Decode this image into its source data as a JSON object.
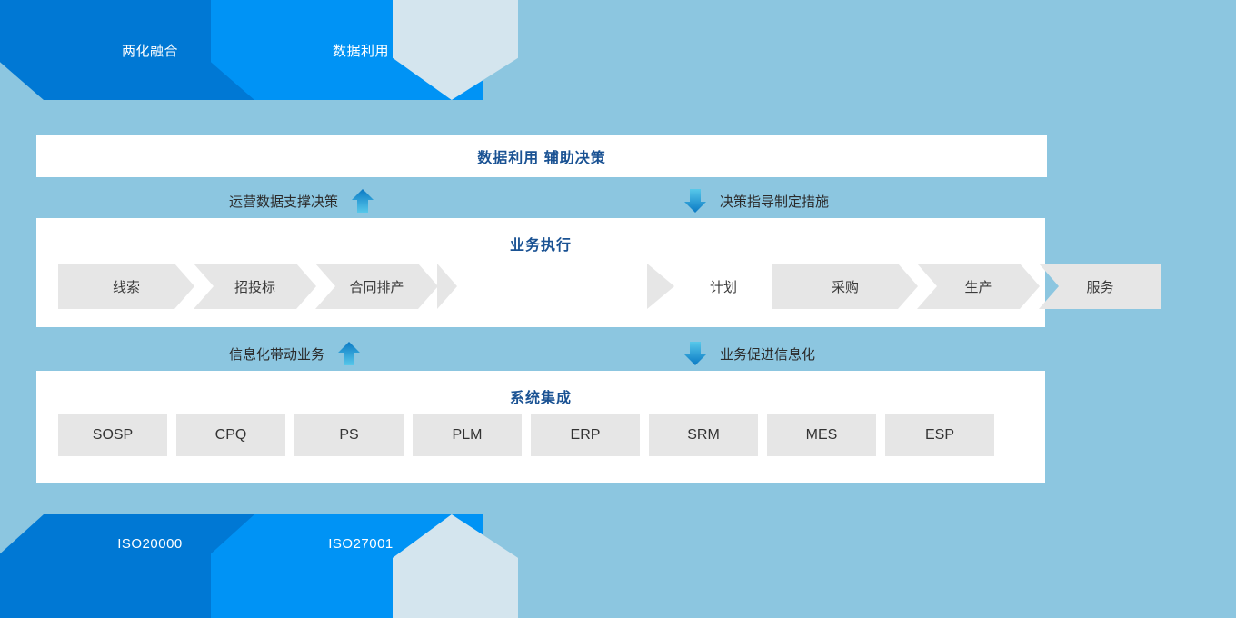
{
  "colors": {
    "background": "#8cc6e0",
    "segment_dark_blue": "#0078d4",
    "segment_bright_blue": "#0093f5",
    "segment_pale_blue": "#d4e5ee",
    "panel_white": "#ffffff",
    "title_navy": "#1a5293",
    "chip_gray": "#e6e6e6",
    "arrow_blue_top": "#0a79c4",
    "arrow_blue_bottom": "#4fc3e8"
  },
  "top_banner": {
    "segments": [
      {
        "label": "两化融合",
        "shape": "chevron-notched",
        "color": "#0078d4"
      },
      {
        "label": "数据利用",
        "shape": "chevron-notched",
        "color": "#0093f5"
      },
      {
        "label": "",
        "shape": "pentagon-point-down",
        "color": "#d4e5ee"
      }
    ]
  },
  "bottom_banner": {
    "segments": [
      {
        "label": "ISO20000",
        "shape": "chevron-notched-up",
        "color": "#0078d4"
      },
      {
        "label": "ISO27001",
        "shape": "chevron-notched-up",
        "color": "#0093f5"
      },
      {
        "label": "",
        "shape": "pentagon-point-up",
        "color": "#d4e5ee"
      }
    ]
  },
  "panel_decision": {
    "title": "数据利用 辅助决策"
  },
  "arrow_row_1": {
    "left": {
      "text": "运营数据支撑决策",
      "icon": "arrow-up-icon",
      "direction": "up"
    },
    "right": {
      "text": "决策指导制定措施",
      "icon": "arrow-down-icon",
      "direction": "down"
    }
  },
  "arrow_row_2": {
    "left": {
      "text": "信息化带动业务",
      "icon": "arrow-up-icon",
      "direction": "up"
    },
    "right": {
      "text": "业务促进信息化",
      "icon": "arrow-down-icon",
      "direction": "down"
    }
  },
  "panel_business": {
    "title": "业务执行",
    "chain_left": [
      {
        "label": "线索",
        "type": "head",
        "width": 150
      },
      {
        "label": "招投标",
        "type": "mid",
        "width": 135
      },
      {
        "label": "合同排产",
        "type": "mid",
        "width": 135
      },
      {
        "label": "",
        "type": "point",
        "width": 22
      }
    ],
    "chain_right": [
      {
        "label": "",
        "type": "point",
        "width": 30
      },
      {
        "label": "计划",
        "type": "label-plain",
        "width": 110
      },
      {
        "label": "采购",
        "type": "head",
        "width": 160
      },
      {
        "label": "生产",
        "type": "mid",
        "width": 135
      },
      {
        "label": "服务",
        "type": "tail",
        "width": 135
      }
    ]
  },
  "panel_systems": {
    "title": "系统集成",
    "boxes": [
      {
        "label": "SOSP"
      },
      {
        "label": "CPQ"
      },
      {
        "label": "PS"
      },
      {
        "label": "PLM"
      },
      {
        "label": "ERP"
      },
      {
        "label": "SRM"
      },
      {
        "label": "MES"
      },
      {
        "label": "ESP"
      }
    ]
  }
}
